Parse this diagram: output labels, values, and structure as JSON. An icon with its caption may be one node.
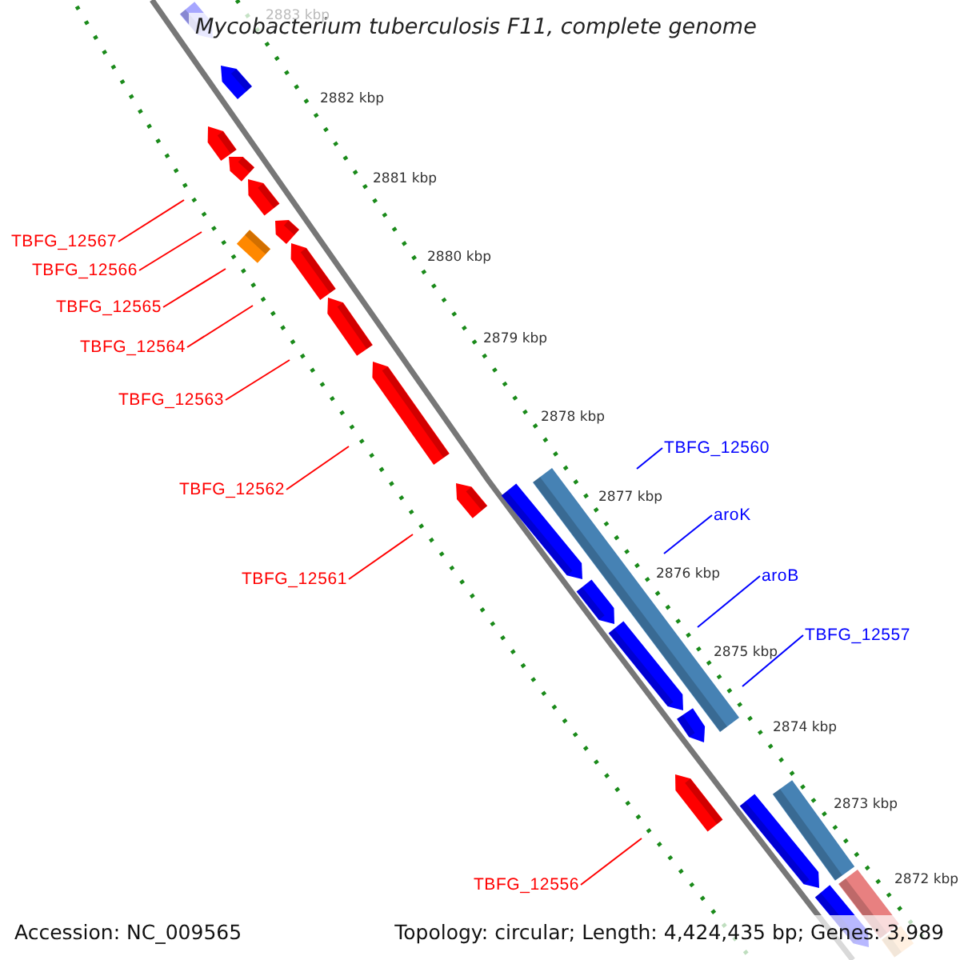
{
  "diagram": {
    "title": "Mycobacterium tuberculosis F11, complete genome",
    "nodes": [
      {
        "text": [
          "TBFG_12567"
        ]
      },
      {
        "text": [
          "TBFG_12566"
        ]
      },
      {
        "text": [
          "TBFG_12565"
        ]
      },
      {
        "text": [
          "TBFG_12564"
        ]
      },
      {
        "text": [
          "TBFG_12563"
        ]
      },
      {
        "text": [
          "TBFG_12562"
        ]
      },
      {
        "text": [
          "TBFG_12561"
        ]
      },
      {
        "text": [
          "TBFG_12560"
        ]
      },
      {
        "text": [
          "aroK"
        ]
      },
      {
        "text": [
          "aroB"
        ]
      },
      {
        "text": [
          "TBFG_12557"
        ]
      },
      {
        "text": [
          "TBFG_12556"
        ]
      }
    ],
    "edges": [
      {
        "from": 0,
        "to": null,
        "arrow": "none"
      },
      {
        "from": 1,
        "to": null,
        "arrow": "none"
      },
      {
        "from": 2,
        "to": null,
        "arrow": "none"
      },
      {
        "from": 3,
        "to": null,
        "arrow": "none"
      },
      {
        "from": 4,
        "to": null,
        "arrow": "none"
      },
      {
        "from": 5,
        "to": null,
        "arrow": "none"
      },
      {
        "from": 6,
        "to": null,
        "arrow": "none"
      },
      {
        "from": 7,
        "to": null,
        "arrow": "none",
        "color": "#0000ff"
      },
      {
        "from": 8,
        "to": null,
        "arrow": "none",
        "color": "#0000ff"
      },
      {
        "from": 9,
        "to": null,
        "arrow": "none",
        "color": "#0000ff"
      },
      {
        "from": 10,
        "to": null,
        "arrow": "none",
        "color": "#0000ff"
      },
      {
        "from": 11,
        "to": null,
        "arrow": "none"
      }
    ],
    "labels": [
      "2883 kbp",
      "2882 kbp",
      "2881 kbp",
      "2880 kbp",
      "2879 kbp",
      "2878 kbp",
      "2877 kbp",
      "2876 kbp",
      "2875 kbp",
      "2874 kbp",
      "2873 kbp",
      "2872 kbp",
      "Accession: NC_009565",
      "Topology: circular; Length: 4,424,435 bp; Genes: 3,989"
    ]
  }
}
